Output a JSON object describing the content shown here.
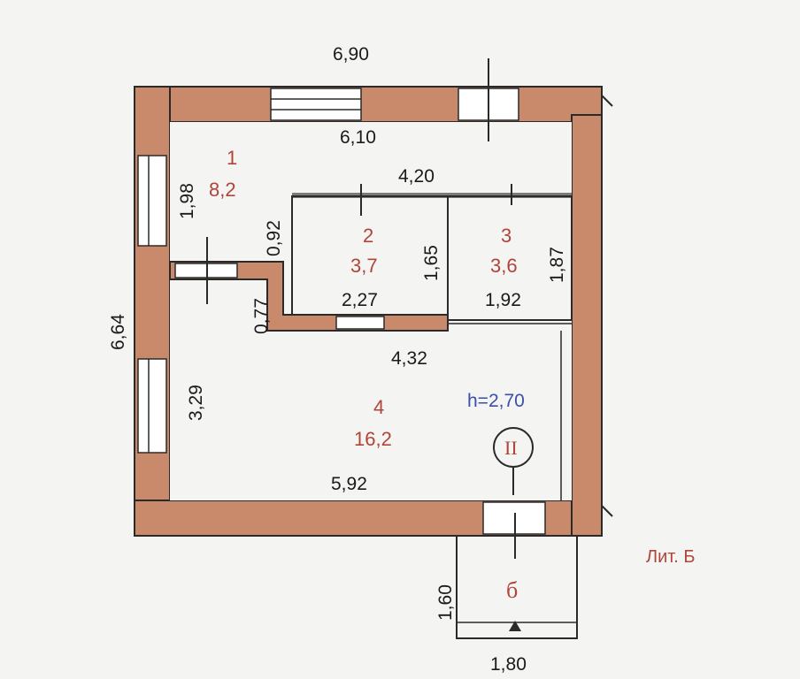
{
  "dimensions": {
    "outer_width": "6,90",
    "inner_top": "6,10",
    "mid_width": "4,20",
    "room1_height": "1,98",
    "corridor_height": "0,92",
    "room2_height": "1,65",
    "room3_height": "1,87",
    "room2_width": "2,27",
    "room3_width": "1,92",
    "step": "0,77",
    "room4_top": "4,32",
    "total_height": "6,64",
    "room4_height": "3,29",
    "room4_bottom": "5,92",
    "balcony_depth": "1,60",
    "balcony_width": "1,80"
  },
  "rooms": [
    {
      "number": "1",
      "area": "8,2"
    },
    {
      "number": "2",
      "area": "3,7"
    },
    {
      "number": "3",
      "area": "3,6"
    },
    {
      "number": "4",
      "area": "16,2"
    }
  ],
  "ceiling_height": "h=2,70",
  "floor_marker": "II",
  "balcony_label": "б",
  "lit_label": "Лит. Б",
  "colors": {
    "wall": "#c98a6c",
    "room_text": "#b0443a",
    "blue_text": "#3a4fa8"
  }
}
